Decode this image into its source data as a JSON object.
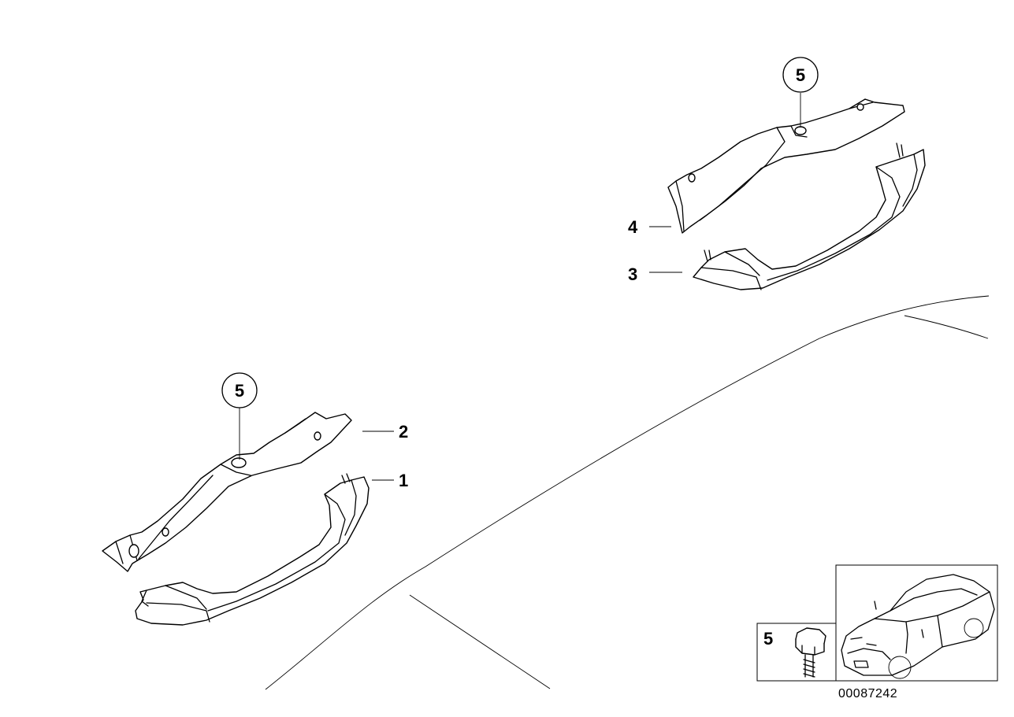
{
  "diagram": {
    "catalog_number": "00087242",
    "callouts": {
      "part1": "1",
      "part2": "2",
      "part3": "3",
      "part4": "4",
      "screw_left": "5",
      "screw_right": "5",
      "legend": "5"
    }
  }
}
